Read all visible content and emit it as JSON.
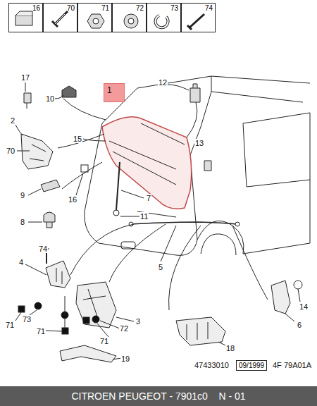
{
  "diagram": {
    "nodes": [
      {
        "text": [
          "16"
        ]
      },
      {
        "text": [
          "70"
        ]
      },
      {
        "text": [
          "71"
        ]
      },
      {
        "text": [
          "72"
        ]
      },
      {
        "text": [
          "73"
        ]
      },
      {
        "text": [
          "74"
        ]
      },
      {
        "text": [
          "1"
        ]
      },
      {
        "text": [
          "09/1999"
        ]
      },
      {
        "text": [
          "CITROEN PEUGEOT - 7901c0    N - 01"
        ]
      }
    ],
    "labels": [
      "17",
      "12",
      "10",
      "15",
      "2",
      "13",
      "70",
      "9",
      "16",
      "7",
      "11",
      "8",
      "74",
      "4",
      "5",
      "73",
      "71",
      "72",
      "3",
      "71",
      "14",
      "6",
      "71",
      "18",
      "19",
      "47433010",
      "4F 79A01A"
    ]
  }
}
